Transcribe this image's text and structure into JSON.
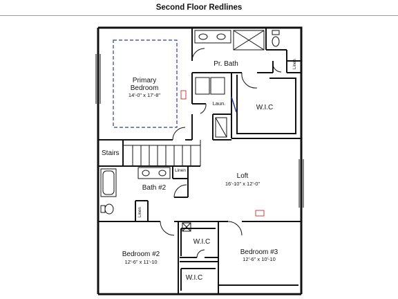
{
  "title": "Second Floor Redlines",
  "rooms": {
    "primary_bedroom": {
      "name_line1": "Primary",
      "name_line2": "Bedroom",
      "dims": "14'-0\" x 17'-8\""
    },
    "primary_bath": {
      "name": "Pr. Bath"
    },
    "laundry": {
      "name": "Laun."
    },
    "wic_primary": {
      "name": "W.I.C"
    },
    "stairs": {
      "name": "Stairs"
    },
    "linen_top": {
      "name": "Linen"
    },
    "linen_bath2": {
      "name": "Linen"
    },
    "linen_hall": {
      "name": "Linen"
    },
    "bath2": {
      "name": "Bath #2"
    },
    "loft": {
      "name": "Loft",
      "dims": "16'-10\" x 12'-0\""
    },
    "bedroom2": {
      "name": "Bedroom #2",
      "dims": "12'-6\" x 11'-10"
    },
    "bedroom3": {
      "name": "Bedroom #3",
      "dims": "12'-6\" x 10'-10"
    },
    "wic_bed3": {
      "name": "W.I.C"
    },
    "wic_bed2": {
      "name": "W.I.C"
    }
  },
  "colors": {
    "wall": "#111111",
    "redline": "#d23c3c",
    "dashed": "#2d3b8e",
    "door": "#2a3f9a"
  }
}
